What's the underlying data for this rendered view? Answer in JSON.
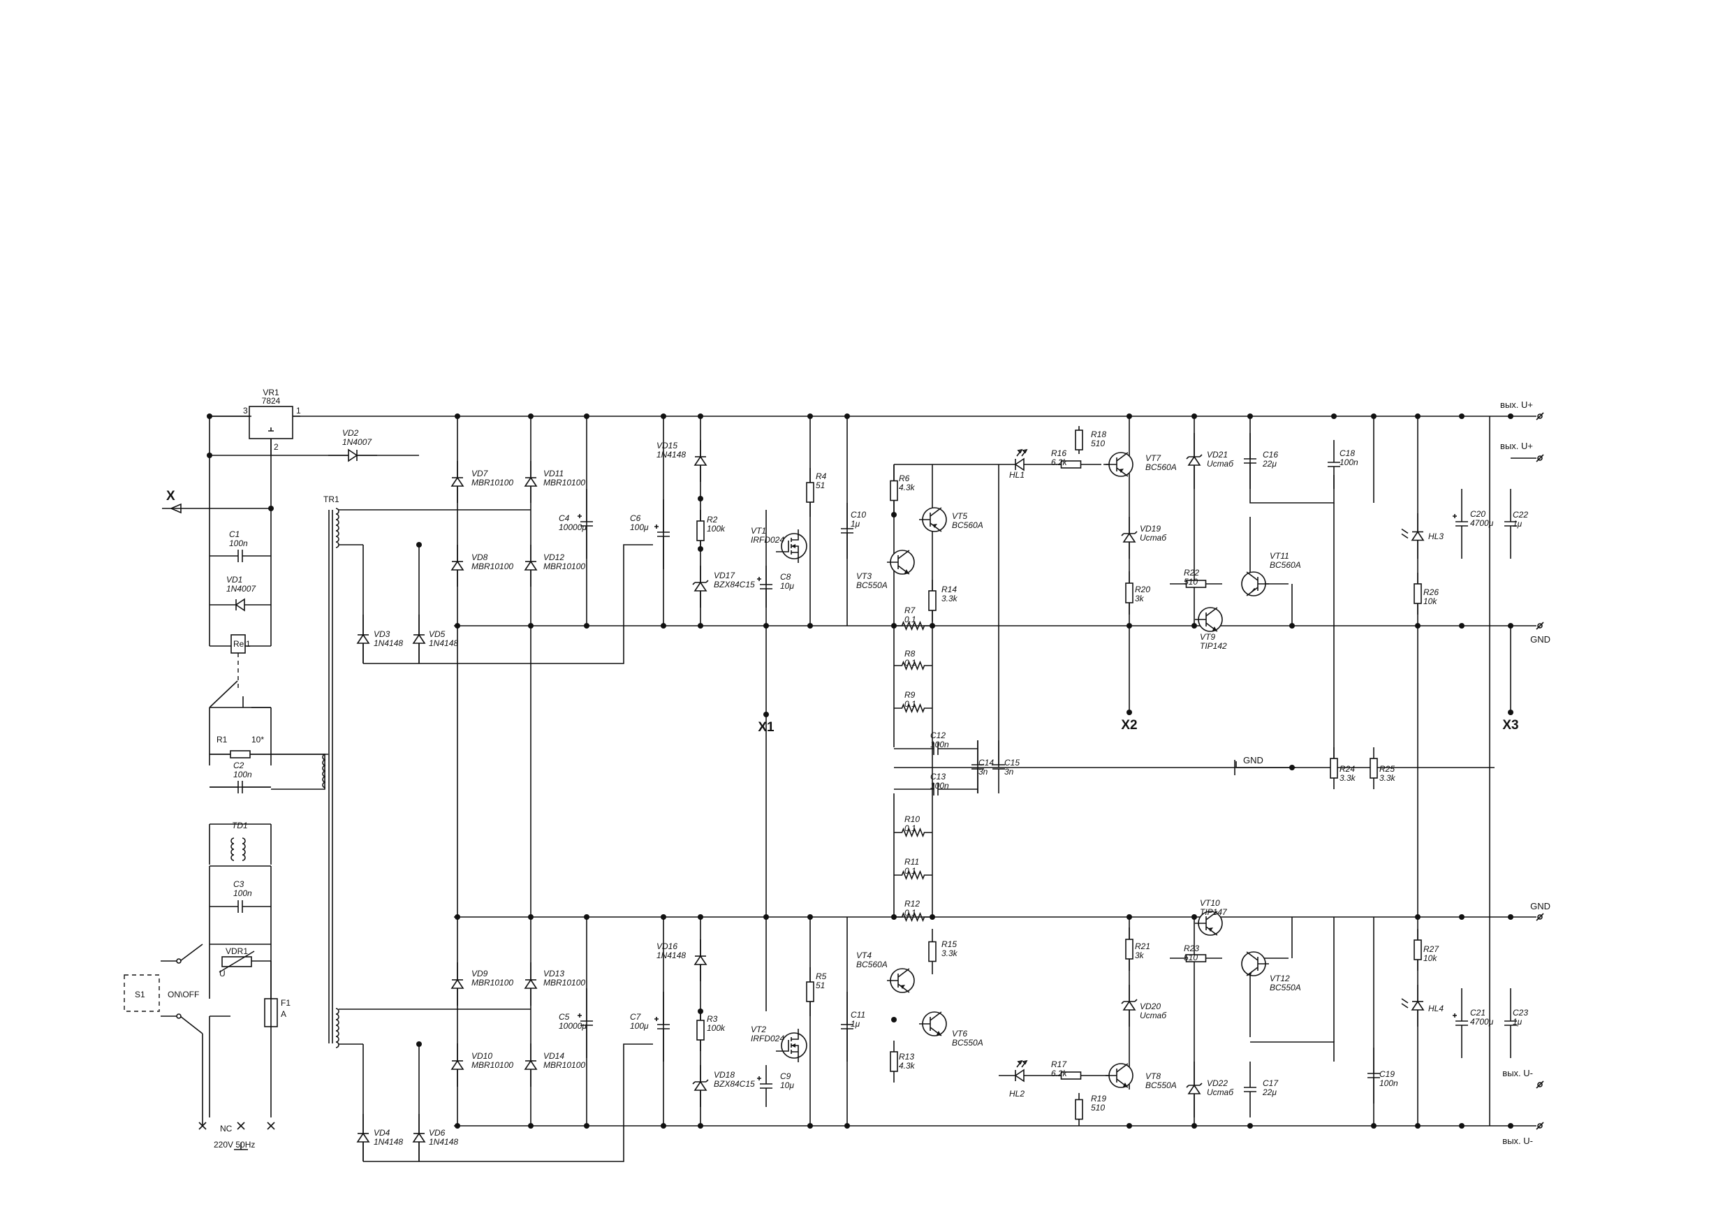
{
  "regulator": {
    "name": "VR1",
    "part": "7824",
    "pins": [
      "3",
      "1",
      "2"
    ]
  },
  "mains": {
    "supply_label": "220V 50Hz",
    "switch_name": "S1",
    "switch_label": "ON\\OFF",
    "nc_label": "NC",
    "x_label": "X"
  },
  "components": [
    {
      "id": "vd2",
      "name": "VD2",
      "value": "1N4007"
    },
    {
      "id": "c1",
      "name": "C1",
      "value": "100n"
    },
    {
      "id": "vd1",
      "name": "VD1",
      "value": "1N4007"
    },
    {
      "id": "rel1",
      "name": "Rel1",
      "value": ""
    },
    {
      "id": "r1",
      "name": "R1",
      "value": "10*"
    },
    {
      "id": "c2",
      "name": "C2",
      "value": "100n"
    },
    {
      "id": "td1",
      "name": "TD1",
      "value": ""
    },
    {
      "id": "c3",
      "name": "C3",
      "value": "100n"
    },
    {
      "id": "vdr1",
      "name": "VDR1",
      "value": "U"
    },
    {
      "id": "f1",
      "name": "F1",
      "value": "A"
    },
    {
      "id": "tr1",
      "name": "TR1",
      "value": ""
    },
    {
      "id": "vd3",
      "name": "VD3",
      "value": "1N4148"
    },
    {
      "id": "vd5",
      "name": "VD5",
      "value": "1N4148"
    },
    {
      "id": "vd4",
      "name": "VD4",
      "value": "1N4148"
    },
    {
      "id": "vd6",
      "name": "VD6",
      "value": "1N4148"
    },
    {
      "id": "vd7",
      "name": "VD7",
      "value": "MBR10100"
    },
    {
      "id": "vd8",
      "name": "VD8",
      "value": "MBR10100"
    },
    {
      "id": "vd11",
      "name": "VD11",
      "value": "MBR10100"
    },
    {
      "id": "vd12",
      "name": "VD12",
      "value": "MBR10100"
    },
    {
      "id": "vd9",
      "name": "VD9",
      "value": "MBR10100"
    },
    {
      "id": "vd10",
      "name": "VD10",
      "value": "MBR10100"
    },
    {
      "id": "vd13",
      "name": "VD13",
      "value": "MBR10100"
    },
    {
      "id": "vd14",
      "name": "VD14",
      "value": "MBR10100"
    },
    {
      "id": "c4",
      "name": "C4",
      "value": "10000μ"
    },
    {
      "id": "c5",
      "name": "C5",
      "value": "10000μ"
    },
    {
      "id": "c6",
      "name": "C6",
      "value": "100μ"
    },
    {
      "id": "c7",
      "name": "C7",
      "value": "100μ"
    },
    {
      "id": "vd15",
      "name": "VD15",
      "value": "1N4148"
    },
    {
      "id": "vd16",
      "name": "VD16",
      "value": "1N4148"
    },
    {
      "id": "r2",
      "name": "R2",
      "value": "100k"
    },
    {
      "id": "r3",
      "name": "R3",
      "value": "100k"
    },
    {
      "id": "vd17",
      "name": "VD17",
      "value": "BZX84C15"
    },
    {
      "id": "vd18",
      "name": "VD18",
      "value": "BZX84C15"
    },
    {
      "id": "c8",
      "name": "C8",
      "value": "10μ"
    },
    {
      "id": "c9",
      "name": "C9",
      "value": "10μ"
    },
    {
      "id": "vt1",
      "name": "VT1",
      "value": "IRFD024"
    },
    {
      "id": "vt2",
      "name": "VT2",
      "value": "IRFD024"
    },
    {
      "id": "r4",
      "name": "R4",
      "value": "51"
    },
    {
      "id": "r5",
      "name": "R5",
      "value": "51"
    },
    {
      "id": "c10",
      "name": "C10",
      "value": "1μ"
    },
    {
      "id": "c11",
      "name": "C11",
      "value": "1μ"
    },
    {
      "id": "r6",
      "name": "R6",
      "value": "4.3k"
    },
    {
      "id": "r13",
      "name": "R13",
      "value": "4.3k"
    },
    {
      "id": "vt5",
      "name": "VT5",
      "value": "BC560A"
    },
    {
      "id": "vt3",
      "name": "VT3",
      "value": "BC550A"
    },
    {
      "id": "vt4",
      "name": "VT4",
      "value": "BC560A"
    },
    {
      "id": "vt6",
      "name": "VT6",
      "value": "BC550A"
    },
    {
      "id": "r14",
      "name": "R14",
      "value": "3.3k"
    },
    {
      "id": "r15",
      "name": "R15",
      "value": "3.3k"
    },
    {
      "id": "r7",
      "name": "R7",
      "value": "0.1"
    },
    {
      "id": "r8",
      "name": "R8",
      "value": "0.1"
    },
    {
      "id": "r9",
      "name": "R9",
      "value": "0.1"
    },
    {
      "id": "r10",
      "name": "R10",
      "value": "0.1"
    },
    {
      "id": "r11",
      "name": "R11",
      "value": "0.1"
    },
    {
      "id": "r12",
      "name": "R12",
      "value": "0.1"
    },
    {
      "id": "c12",
      "name": "C12",
      "value": "100n"
    },
    {
      "id": "c13",
      "name": "C13",
      "value": "100n"
    },
    {
      "id": "c14",
      "name": "C14",
      "value": "3n"
    },
    {
      "id": "c15",
      "name": "C15",
      "value": "3n"
    },
    {
      "id": "hl1",
      "name": "HL1",
      "value": ""
    },
    {
      "id": "hl2",
      "name": "HL2",
      "value": ""
    },
    {
      "id": "r16",
      "name": "R16",
      "value": "6.2k"
    },
    {
      "id": "r17",
      "name": "R17",
      "value": "6.2k"
    },
    {
      "id": "r18",
      "name": "R18",
      "value": "510"
    },
    {
      "id": "r19",
      "name": "R19",
      "value": "510"
    },
    {
      "id": "vt7",
      "name": "VT7",
      "value": "BC560A"
    },
    {
      "id": "vt8",
      "name": "VT8",
      "value": "BC550A"
    },
    {
      "id": "vd19",
      "name": "VD19",
      "value": "Uстаб"
    },
    {
      "id": "vd20",
      "name": "VD20",
      "value": "Uстаб"
    },
    {
      "id": "vd21",
      "name": "VD21",
      "value": "Uстаб"
    },
    {
      "id": "vd22",
      "name": "VD22",
      "value": "Uстаб"
    },
    {
      "id": "r20",
      "name": "R20",
      "value": "3k"
    },
    {
      "id": "r21",
      "name": "R21",
      "value": "3k"
    },
    {
      "id": "c16",
      "name": "C16",
      "value": "22μ"
    },
    {
      "id": "c17",
      "name": "C17",
      "value": "22μ"
    },
    {
      "id": "r22",
      "name": "R22",
      "value": "510"
    },
    {
      "id": "r23",
      "name": "R23",
      "value": "510"
    },
    {
      "id": "vt9",
      "name": "VT9",
      "value": "TIP142"
    },
    {
      "id": "vt10",
      "name": "VT10",
      "value": "TIP147"
    },
    {
      "id": "vt11",
      "name": "VT11",
      "value": "BC560A"
    },
    {
      "id": "vt12",
      "name": "VT12",
      "value": "BC550A"
    },
    {
      "id": "c18",
      "name": "C18",
      "value": "100n"
    },
    {
      "id": "c19",
      "name": "C19",
      "value": "100n"
    },
    {
      "id": "r24",
      "name": "R24",
      "value": "3.3k"
    },
    {
      "id": "r25",
      "name": "R25",
      "value": "3.3k"
    },
    {
      "id": "hl3",
      "name": "HL3",
      "value": ""
    },
    {
      "id": "hl4",
      "name": "HL4",
      "value": ""
    },
    {
      "id": "r26",
      "name": "R26",
      "value": "10k"
    },
    {
      "id": "r27",
      "name": "R27",
      "value": "10k"
    },
    {
      "id": "c20",
      "name": "C20",
      "value": "4700μ"
    },
    {
      "id": "c21",
      "name": "C21",
      "value": "4700μ"
    },
    {
      "id": "c22",
      "name": "C22",
      "value": "1μ"
    },
    {
      "id": "c23",
      "name": "C23",
      "value": "1μ"
    }
  ],
  "outputs": {
    "u_plus_1": "вых. U+",
    "u_plus_2": "вых. U+",
    "gnd_top": "GND",
    "gnd_mid": "GND",
    "gnd_bottom": "GND",
    "u_minus_1": "вых. U-",
    "u_minus_2": "вых. U-"
  },
  "test_points": [
    "X1",
    "X2",
    "X3"
  ]
}
